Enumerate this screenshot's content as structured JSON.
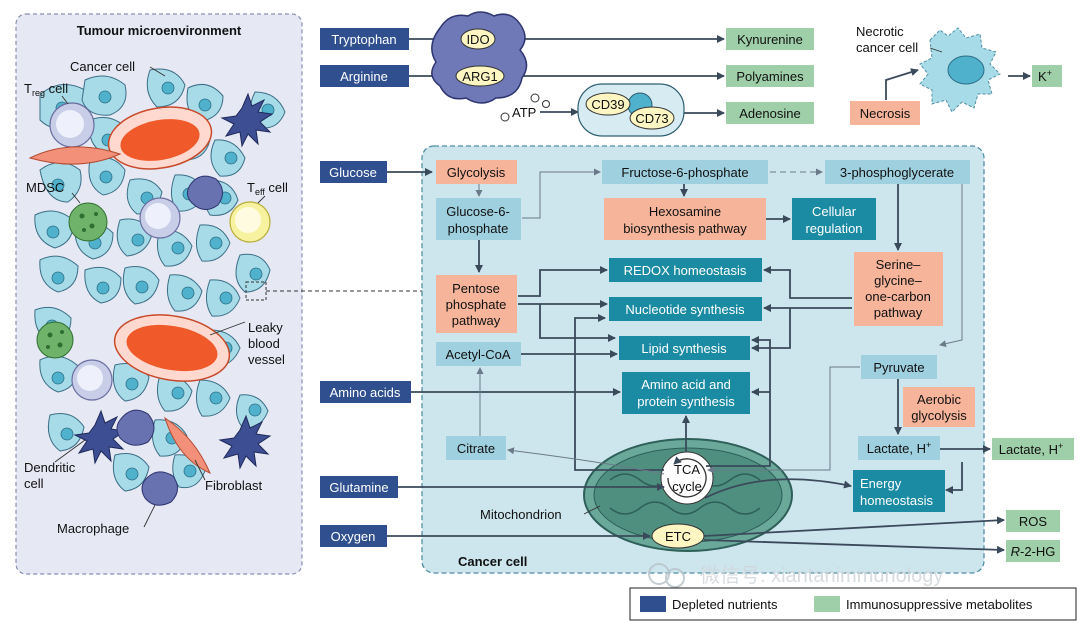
{
  "tme": {
    "title": "Tumour microenvironment",
    "cancer_cell": "Cancer cell",
    "treg": "T",
    "treg_sub": "reg",
    "treg_suffix": " cell",
    "teff": "T",
    "teff_sub": "eff",
    "teff_suffix": " cell",
    "mdsc": "MDSC",
    "leaky1": "Leaky",
    "leaky2": "blood",
    "leaky3": "vessel",
    "dendritic1": "Dendritic",
    "dendritic2": "cell",
    "fibroblast": "Fibroblast",
    "macrophage": "Macrophage"
  },
  "inputs": {
    "tryptophan": "Tryptophan",
    "arginine": "Arginine",
    "glucose": "Glucose",
    "amino_acids": "Amino acids",
    "glutamine": "Glutamine",
    "oxygen": "Oxygen"
  },
  "enzymes": {
    "ido": "IDO",
    "arg1": "ARG1",
    "cd39": "CD39",
    "cd73": "CD73",
    "atp": "ATP"
  },
  "outputs": {
    "kynurenine": "Kynurenine",
    "polyamines": "Polyamines",
    "adenosine": "Adenosine",
    "k": "K",
    "k_sup": "+",
    "lactate_out": "Lactate, H",
    "lactate_out_sup": "+",
    "ros": "ROS",
    "r2hg_r": "R",
    "r2hg_rest": "-2-HG"
  },
  "necrosis": {
    "necrotic1": "Necrotic",
    "necrotic2": "cancer cell",
    "necrosis": "Necrosis"
  },
  "pathway": {
    "glycolysis": "Glycolysis",
    "g6p1": "Glucose-6-",
    "g6p2": "phosphate",
    "f6p": "Fructose-6-phosphate",
    "pg3": "3-phosphoglycerate",
    "hexo1": "Hexosamine",
    "hexo2": "biosynthesis pathway",
    "cell_reg1": "Cellular",
    "cell_reg2": "regulation",
    "ppp1": "Pentose",
    "ppp2": "phosphate",
    "ppp3": "pathway",
    "redox": "REDOX homeostasis",
    "nucleotide": "Nucleotide synthesis",
    "serine1": "Serine–",
    "serine2": "glycine–",
    "serine3": "one-carbon",
    "serine4": "pathway",
    "acetyl": "Acetyl-CoA",
    "lipid": "Lipid synthesis",
    "aa1": "Amino acid and",
    "aa2": "protein synthesis",
    "pyruvate": "Pyruvate",
    "aerobic1": "Aerobic",
    "aerobic2": "glycolysis",
    "lactate_in": "Lactate, H",
    "lactate_in_sup": "+",
    "citrate": "Citrate",
    "tca1": "TCA",
    "tca2": "cycle",
    "energy1": "Energy",
    "energy2": "homeostasis",
    "mito": "Mitochondrion",
    "etc": "ETC",
    "cancer_cell_label": "Cancer cell"
  },
  "watermark": "微信号: xiantanimmunology",
  "legend": {
    "depleted": "Depleted nutrients",
    "immuno": "Immunosuppressive metabolites"
  },
  "colors": {
    "depleted": "#2f4f8f",
    "immuno": "#9fcfa8",
    "teal": "#1b8aa3",
    "salmon": "#f6b49b",
    "cell_bg": "#cde6ee",
    "tme_bg": "#e6e8f4"
  }
}
